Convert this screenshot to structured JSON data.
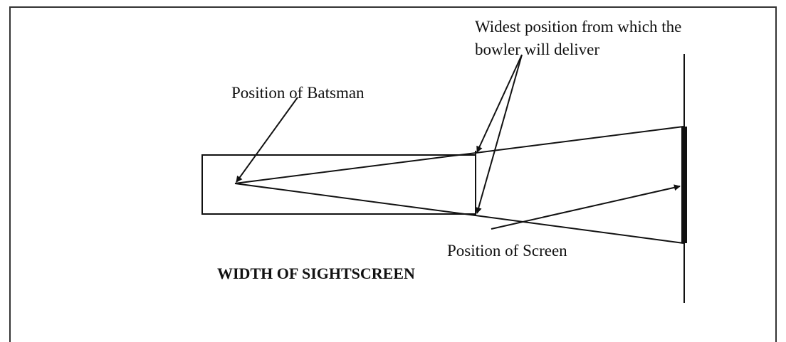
{
  "labels": {
    "widest_line1": "Widest position from which the",
    "widest_line2": "bowler will deliver",
    "batsman": "Position of Batsman",
    "screen": "Position of Screen",
    "title": "WIDTH OF SIGHTSCREEN"
  },
  "colors": {
    "ink": "#111111",
    "frame": "#333333",
    "background": "#ffffff"
  }
}
